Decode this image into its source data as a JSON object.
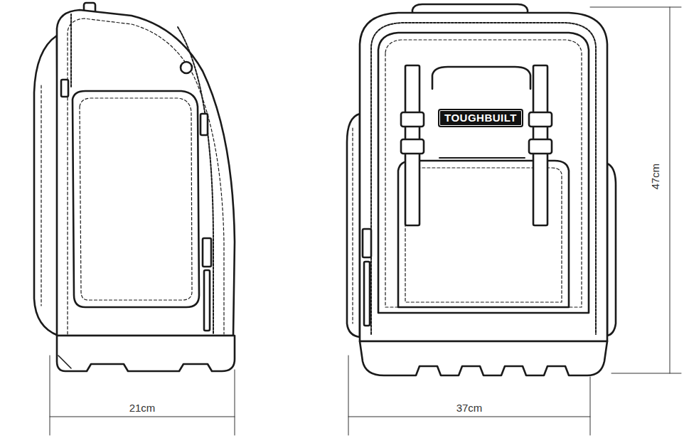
{
  "diagram": {
    "nodes": [
      {
        "text": [
          "TOUGHBUILT"
        ]
      }
    ],
    "labels": [
      "47cm",
      "21cm",
      "37cm"
    ]
  }
}
